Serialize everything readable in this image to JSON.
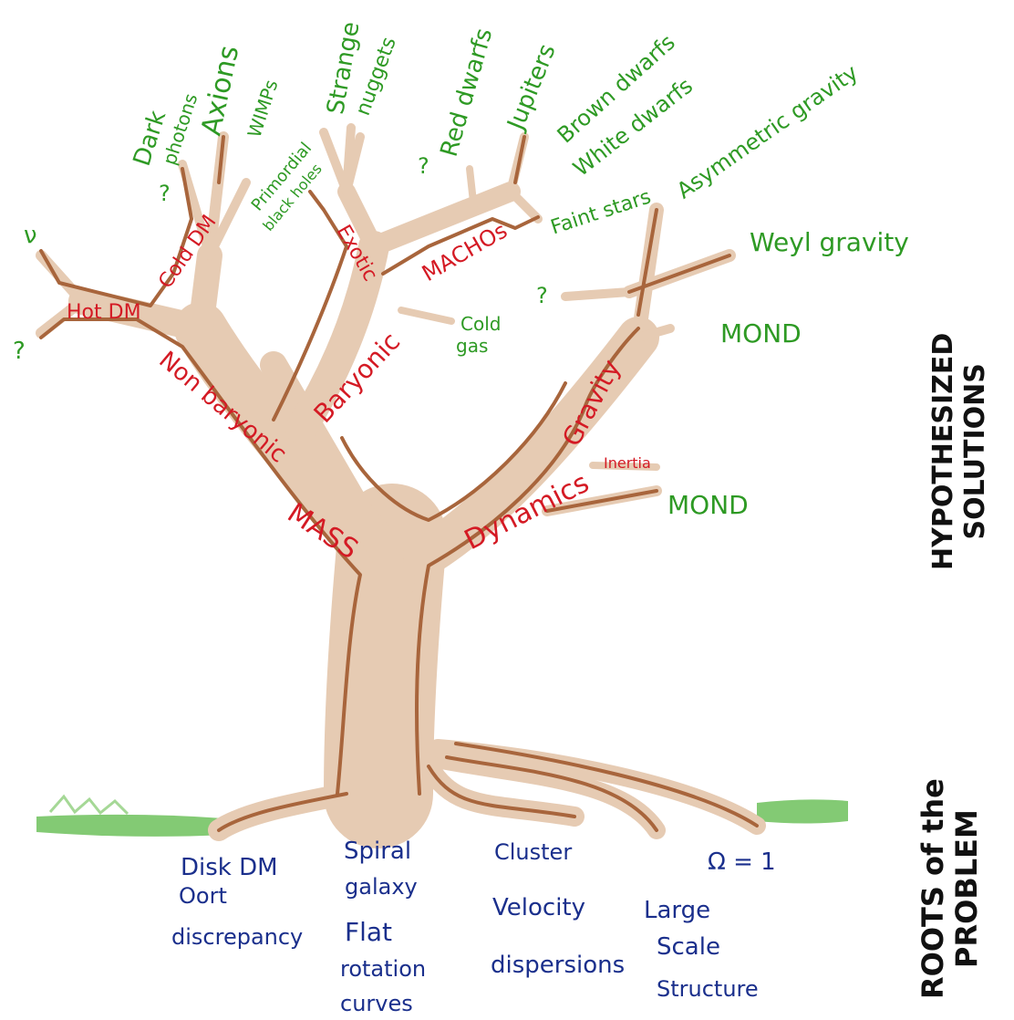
{
  "diagram": {
    "colors": {
      "solution_text": "#2e9a24",
      "branch_text": "#d41a24",
      "root_text": "#1a2f8c",
      "bark": "#a8653c",
      "grass": "#5ab846"
    },
    "branches": {
      "mass": "MASS",
      "dynamics": "Dynamics",
      "non_baryonic": "Non baryonic",
      "baryonic": "Baryonic",
      "gravity": "Gravity",
      "inertia": "Inertia",
      "hot_dm": "Hot DM",
      "cold_dm": "Cold DM",
      "exotic": "Exotic",
      "machos": "MACHOs"
    },
    "solutions": {
      "nu": "ν",
      "q_hot": "?",
      "dark_photons_1": "Dark",
      "dark_photons_2": "photons",
      "q_cold": "?",
      "axions": "Axions",
      "wimps": "WIMPs",
      "primordial_1": "Primordial",
      "primordial_2": "black holes",
      "strange_1": "Strange",
      "strange_2": "nuggets",
      "q_exotic": "?",
      "red_dwarfs": "Red dwarfs",
      "jupiters": "Jupiters",
      "brown_dwarfs": "Brown dwarfs",
      "white_dwarfs": "White dwarfs",
      "faint_stars": "Faint stars",
      "cold_gas_1": "Cold",
      "cold_gas_2": "gas",
      "asymmetric_gravity": "Asymmetric gravity",
      "weyl_gravity": "Weyl gravity",
      "q_gravity": "?",
      "mond_gravity": "MOND",
      "mond_inertia": "MOND"
    },
    "roots": {
      "disk_1": "Disk DM",
      "disk_2": "Oort",
      "disk_3": "discrepancy",
      "spiral_1": "Spiral",
      "spiral_2": "galaxy",
      "spiral_3": "Flat",
      "spiral_4": "rotation",
      "spiral_5": "curves",
      "cluster_1": "Cluster",
      "cluster_2": "Velocity",
      "cluster_3": "dispersions",
      "large_1": "Large",
      "large_2": "Scale",
      "large_3": "Structure",
      "omega": "Ω = 1"
    },
    "side_labels": {
      "hypothesized_1": "HYPOTHESIZED",
      "hypothesized_2": "SOLUTIONS",
      "roots_1": "ROOTS of the",
      "roots_2": "PROBLEM"
    }
  }
}
